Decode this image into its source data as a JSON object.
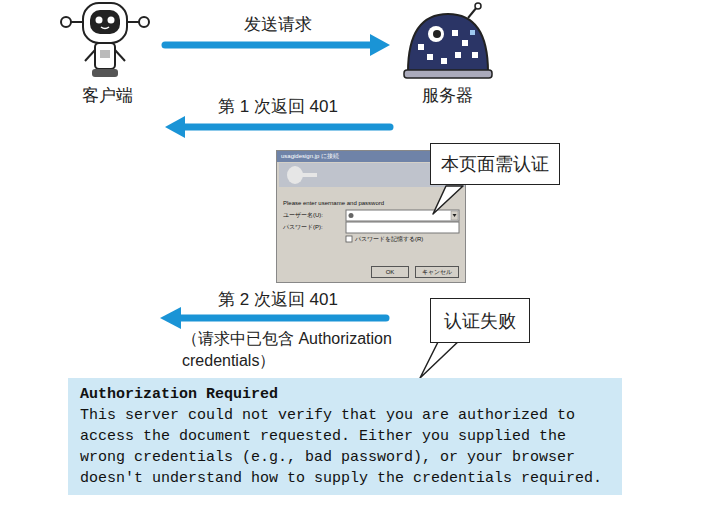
{
  "diagram": {
    "nodes": [
      {
        "text": [
          "客户端"
        ]
      },
      {
        "text": [
          "服务器"
        ]
      },
      {
        "text": [
          "usagidesign.jp に接続",
          "Please enter username and password",
          "ユーザー名(U):",
          "パスワード(P):",
          "パスワードを記憶する(R)"
        ]
      },
      {
        "text": [
          "OK"
        ],
        "in": 2
      },
      {
        "text": [
          "キャンセル"
        ],
        "in": 2
      },
      {
        "text": [
          "本页面需认证"
        ]
      },
      {
        "text": [
          "认证失败"
        ]
      },
      {
        "text": [
          "Authorization Required",
          "This server could not verify that you are authorized to access the document requested. Either you supplied the wrong credentials (e.g., bad password), or your browser doesn't understand how to supply the credentials required."
        ]
      }
    ],
    "edges": [
      {
        "from": 0,
        "to": 1,
        "arrow": "to",
        "label": "发送请求"
      },
      {
        "from": 1,
        "to": 0,
        "arrow": "to",
        "label": "第 1 次返回 401"
      }
    ],
    "labels": [
      "第 2 次返回 401",
      "（请求中已包含 Authorization credentials）"
    ]
  }
}
